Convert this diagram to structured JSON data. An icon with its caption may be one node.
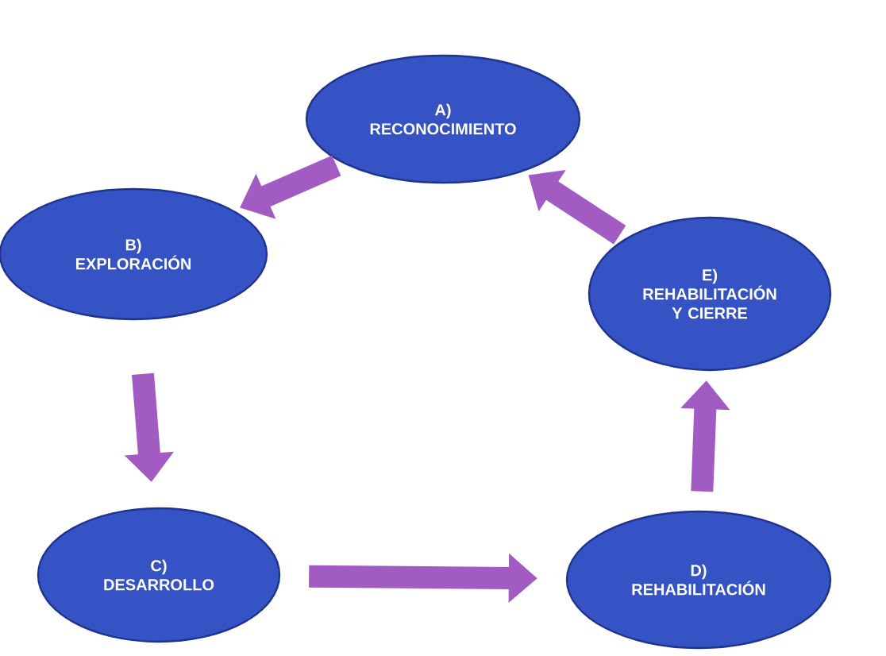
{
  "diagram": {
    "nodes": [
      {
        "text": [
          "A)",
          "RECONOCIMIENTO"
        ]
      },
      {
        "text": [
          "B)",
          "EXPLORACIÓN"
        ]
      },
      {
        "text": [
          "C)",
          "DESARROLLO"
        ]
      },
      {
        "text": [
          "D)",
          "REHABILITACIÓN"
        ]
      },
      {
        "text": [
          "E)",
          "REHABILITACIÓN Y CIERRE"
        ]
      }
    ],
    "edges": [
      {
        "from": 0,
        "to": 1,
        "arrow": "to"
      },
      {
        "from": 1,
        "to": 2,
        "arrow": "to"
      },
      {
        "from": 2,
        "to": 3,
        "arrow": "to"
      },
      {
        "from": 3,
        "to": 4,
        "arrow": "to"
      },
      {
        "from": 4,
        "to": 0,
        "arrow": "to"
      }
    ]
  }
}
